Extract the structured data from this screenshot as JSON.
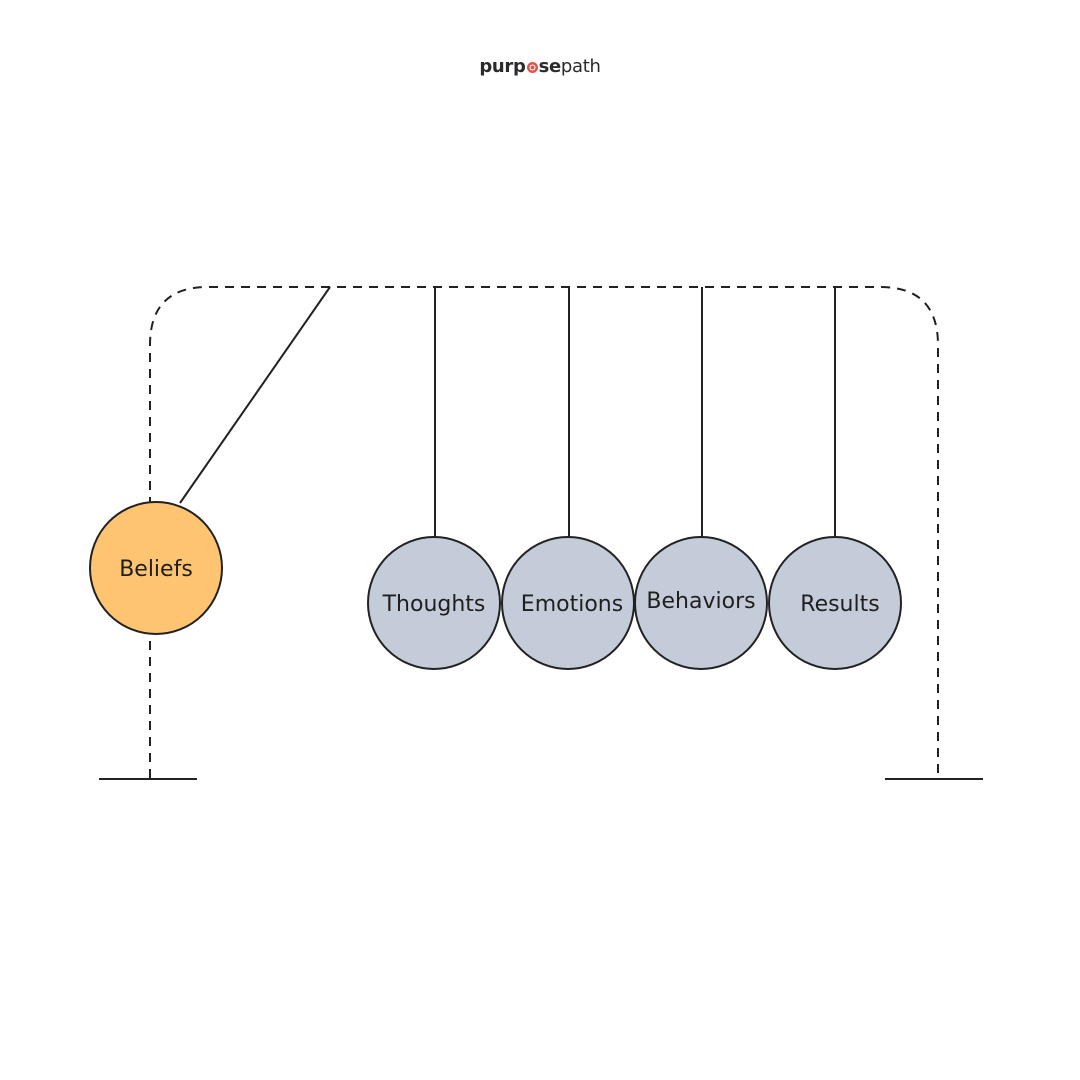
{
  "brand": {
    "part1": "purp",
    "part2": "se",
    "part3": "path"
  },
  "colors": {
    "active_ball": "#FEC471",
    "idle_ball": "#C5CCD9",
    "stroke": "#222222",
    "brand_accent": "#E0564E"
  },
  "balls": [
    {
      "label": "Beliefs",
      "state": "active"
    },
    {
      "label": "Thoughts",
      "state": "idle"
    },
    {
      "label": "Emotions",
      "state": "idle"
    },
    {
      "label": "Behaviors",
      "state": "idle"
    },
    {
      "label": "Results",
      "state": "idle"
    }
  ]
}
